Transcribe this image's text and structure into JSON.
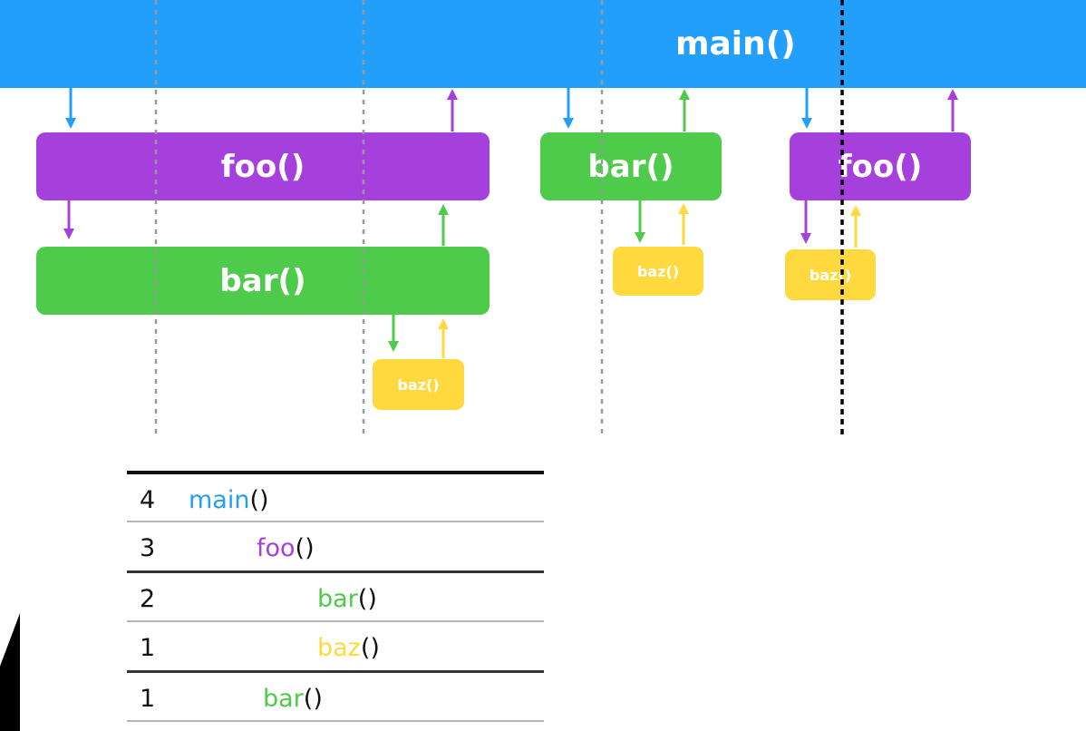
{
  "diagram": {
    "main_label": "main()",
    "frames": [
      {
        "id": "foo_1",
        "label": "foo()"
      },
      {
        "id": "bar_1",
        "label": "bar()"
      },
      {
        "id": "baz_1",
        "label": "baz()"
      },
      {
        "id": "bar_2",
        "label": "bar()"
      },
      {
        "id": "baz_2",
        "label": "baz()"
      },
      {
        "id": "foo_2",
        "label": "foo()"
      },
      {
        "id": "baz_3",
        "label": "baz()"
      }
    ],
    "colors": {
      "main": "#229ffa",
      "foo": "#a640dd",
      "bar": "#4ecb4a",
      "baz": "#ffd93e",
      "sample_line": "#999999",
      "current_line": "#000000"
    }
  },
  "table": {
    "rows": [
      {
        "count": "4",
        "name": "main",
        "parens": "()",
        "color": "main"
      },
      {
        "count": "3",
        "name": "foo",
        "parens": "()",
        "color": "foo"
      },
      {
        "count": "2",
        "name": "bar",
        "parens": "()",
        "color": "bar"
      },
      {
        "count": "1",
        "name": "baz",
        "parens": "()",
        "color": "baz"
      },
      {
        "count": "1",
        "name": "bar",
        "parens": "()",
        "color": "bar"
      }
    ]
  }
}
